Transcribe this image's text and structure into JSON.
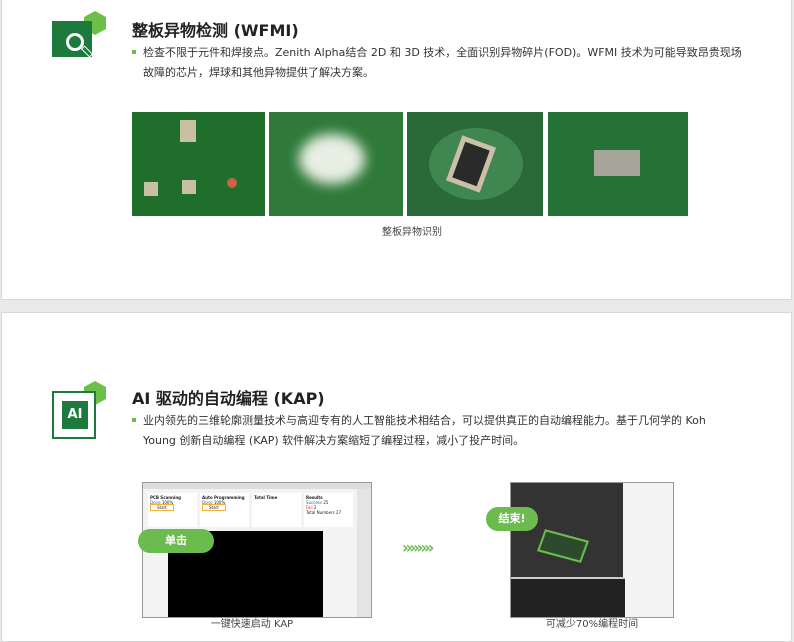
{
  "wfmi": {
    "title": "整板异物检测 (WFMI)",
    "description": "检查不限于元件和焊接点。Zenith Alpha结合 2D 和 3D 技术，全面识别异物碎片(FOD)。WFMI 技术为可能导致昂贵现场故障的芯片，焊球和其他异物提供了解决方案。",
    "caption": "整板异物识别"
  },
  "kap": {
    "title": "AI 驱动的自动编程 (KAP)",
    "description": "业内领先的三维轮廓测量技术与高迎专有的人工智能技术相结合，可以提供真正的自动编程能力。基于几何学的 Koh Young 创新自动编程 (KAP) 软件解决方案缩短了编程过程，减小了投产时间。",
    "icon_text": "AI",
    "left": {
      "caption": "一键快速启动 KAP",
      "bubble": "单击",
      "panels": [
        {
          "title": "PCB Scanning",
          "status": "Done",
          "pct": "100%",
          "btn": "Start"
        },
        {
          "title": "Auto Programming",
          "status": "Done",
          "pct": "100%",
          "btn": "Start"
        }
      ],
      "time": {
        "title": "Total Time"
      },
      "results": {
        "title": "Results",
        "success_label": "Success",
        "success": "25",
        "fail_label": "Fail",
        "fail": "2",
        "total_label": "Total Numbers",
        "total": "27"
      }
    },
    "right": {
      "caption": "可减少70%编程时间",
      "bubble": "结束!"
    }
  },
  "colors": {
    "accent": "#6cbb4f",
    "icon_green": "#1d7a3c"
  }
}
